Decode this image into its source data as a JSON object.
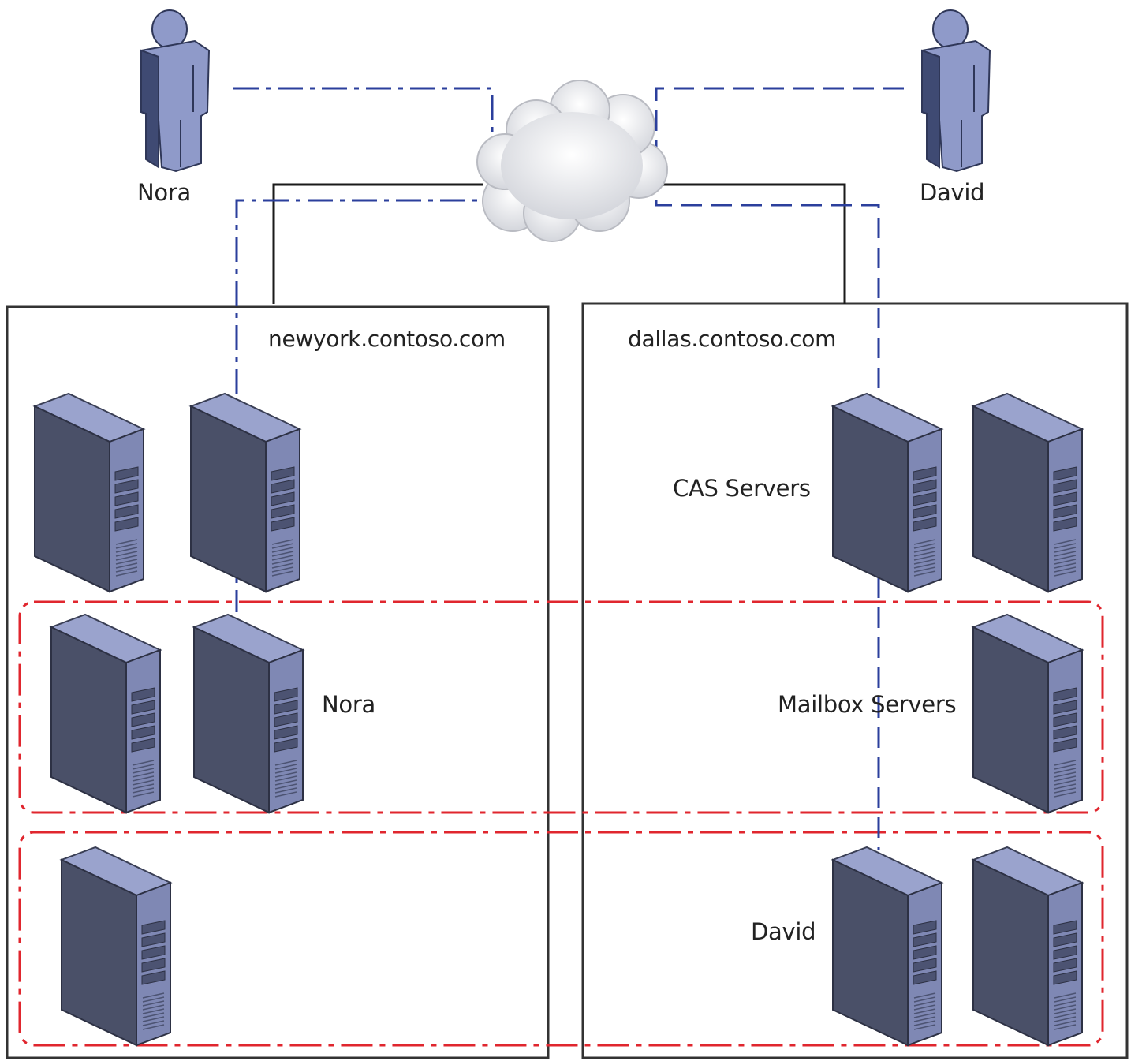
{
  "users": [
    {
      "id": "nora",
      "label": "Nora"
    },
    {
      "id": "david",
      "label": "David"
    }
  ],
  "sites": [
    {
      "id": "newyork",
      "label": "newyork.contoso.com"
    },
    {
      "id": "dallas",
      "label": "dallas.contoso.com"
    }
  ],
  "labels": {
    "cas_servers": "CAS Servers",
    "mailbox_servers": "Mailbox Servers",
    "mailbox_db_nora": "Nora",
    "mailbox_db_david": "David"
  },
  "colors": {
    "nora_path": "#2b3f9c",
    "david_path": "#2b3f9c",
    "wan_link": "#1a1a1a",
    "dag_boundary": "#e0262e",
    "site_border": "#333333",
    "server_front": "#4a5068",
    "server_side": "#7f88b4",
    "server_top": "#9aa3cd",
    "person_light": "#8f9ac9",
    "person_dark": "#3f4a73"
  },
  "icons": {
    "user": "person-icon",
    "server": "server-icon",
    "network": "cloud-icon"
  }
}
